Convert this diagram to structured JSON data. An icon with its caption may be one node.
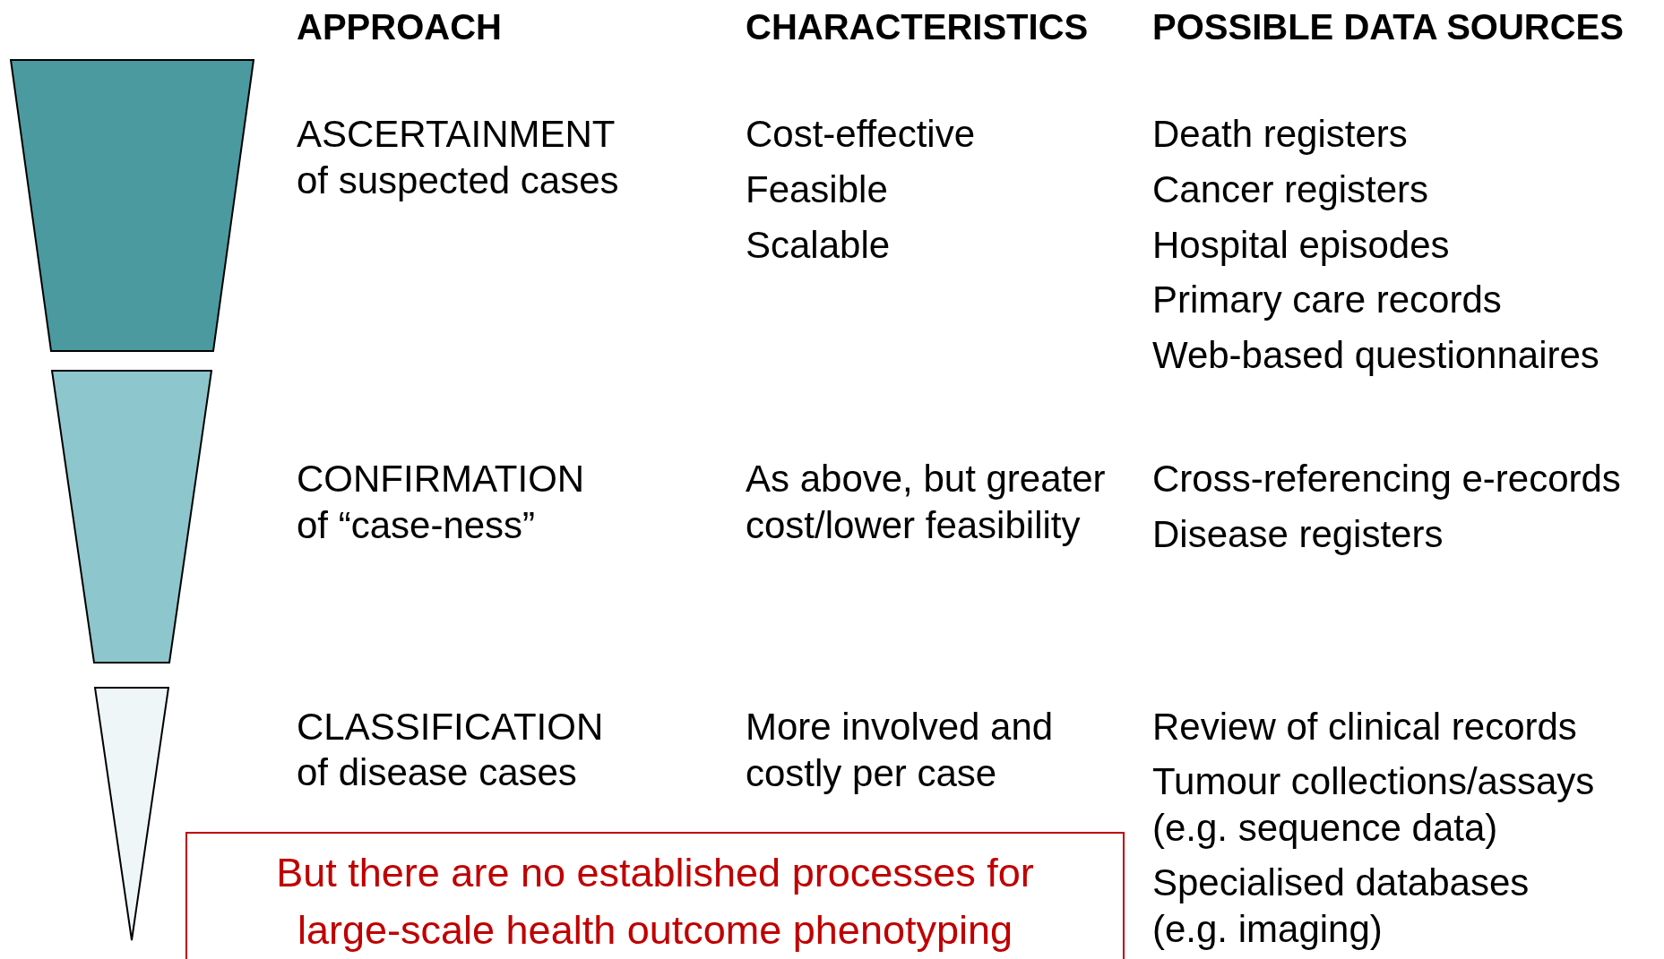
{
  "diagram": {
    "nodes": [
      {
        "text": [],
        "shape": "trapezoid"
      },
      {
        "text": [],
        "shape": "trapezoid"
      },
      {
        "text": [],
        "shape": "triangle"
      },
      {
        "text": [
          "But there are no established processes for large-scale health outcome phenotyping"
        ]
      }
    ],
    "labels": [
      "APPROACH",
      "CHARACTERISTICS",
      "POSSIBLE DATA SOURCES",
      "ASCERTAINMENT",
      "of suspected cases",
      "Cost-effective",
      "Feasible",
      "Scalable",
      "Death registers",
      "Cancer registers",
      "Hospital episodes",
      "Primary care records",
      "Web-based questionnaires",
      "CONFIRMATION",
      "of “case-ness”",
      "As above, but greater cost/lower feasibility",
      "Cross-referencing e-records",
      "Disease registers",
      "CLASSIFICATION",
      "of disease cases",
      "More involved and costly per case",
      "Review of clinical records",
      "Tumour collections/assays (e.g. sequence data)",
      "Specialised databases (e.g. imaging)"
    ]
  }
}
